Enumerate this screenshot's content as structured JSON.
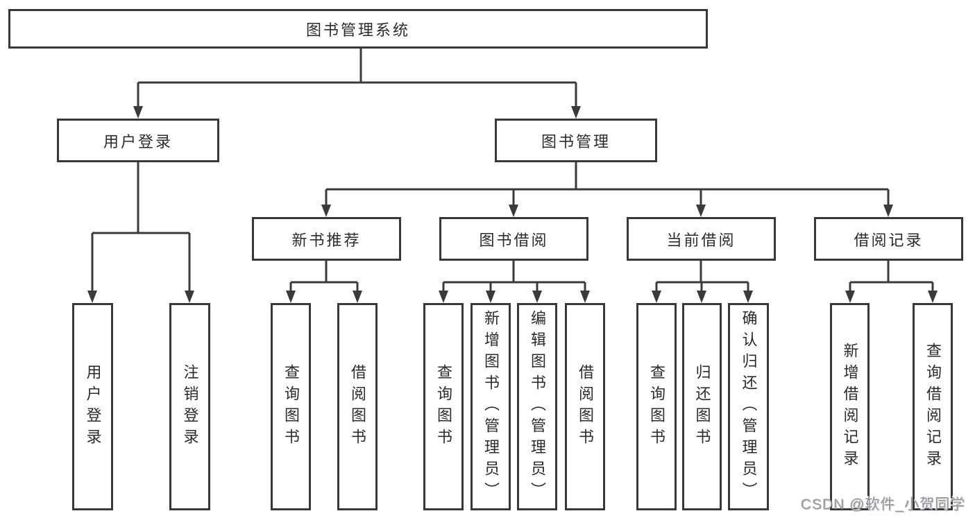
{
  "tree": {
    "root": {
      "label": "图书管理系统"
    },
    "children": [
      {
        "label": "用户登录",
        "children": [
          {
            "label": "用户登录"
          },
          {
            "label": "注销登录"
          }
        ]
      },
      {
        "label": "图书管理",
        "children": [
          {
            "label": "新书推荐",
            "children": [
              {
                "label": "查询图书"
              },
              {
                "label": "借阅图书"
              }
            ]
          },
          {
            "label": "图书借阅",
            "children": [
              {
                "label": "查询图书"
              },
              {
                "label": "新增图书（管理员）"
              },
              {
                "label": "编辑图书（管理员）"
              },
              {
                "label": "借阅图书"
              }
            ]
          },
          {
            "label": "当前借阅",
            "children": [
              {
                "label": "查询图书"
              },
              {
                "label": "归还图书"
              },
              {
                "label": "确认归还（管理员）"
              }
            ]
          },
          {
            "label": "借阅记录",
            "children": [
              {
                "label": "新增借阅记录"
              },
              {
                "label": "查询借阅记录"
              }
            ]
          }
        ]
      }
    ]
  },
  "watermark": {
    "text": "CSDN @软件_小贺同学"
  },
  "colors": {
    "line": "#3a3a3a",
    "box_border": "#383838",
    "box_fill": "#ffffff",
    "text": "#2b2b2b",
    "watermark": "#97979e"
  }
}
